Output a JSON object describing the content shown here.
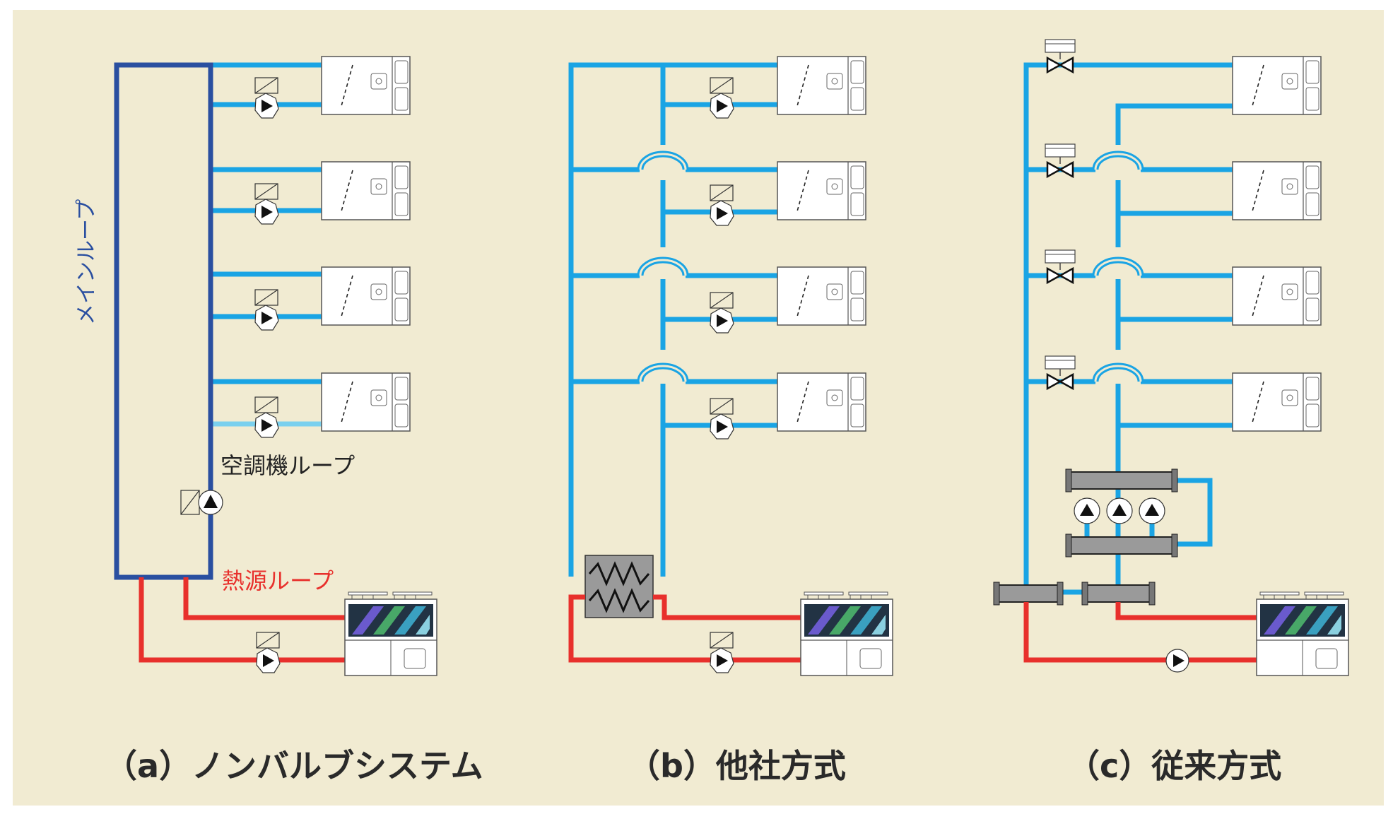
{
  "colors": {
    "background": "#f1ebd2",
    "water_pipe": "#1aa4e4",
    "heat_pipe": "#e8302c",
    "main_loop": "#2a4fa0",
    "equipment_fill": "#ffffff",
    "equipment_stroke": "#555555",
    "exchanger_fill": "#9a9a9a"
  },
  "panel_a": {
    "main_loop_label": "メインループ",
    "ac_loop_label": "空調機ループ",
    "heat_loop_label": "熱源ループ",
    "caption": "（a）ノンバルブシステム"
  },
  "panel_b": {
    "caption": "（b）他社方式"
  },
  "panel_c": {
    "caption": "（c）従来方式"
  }
}
